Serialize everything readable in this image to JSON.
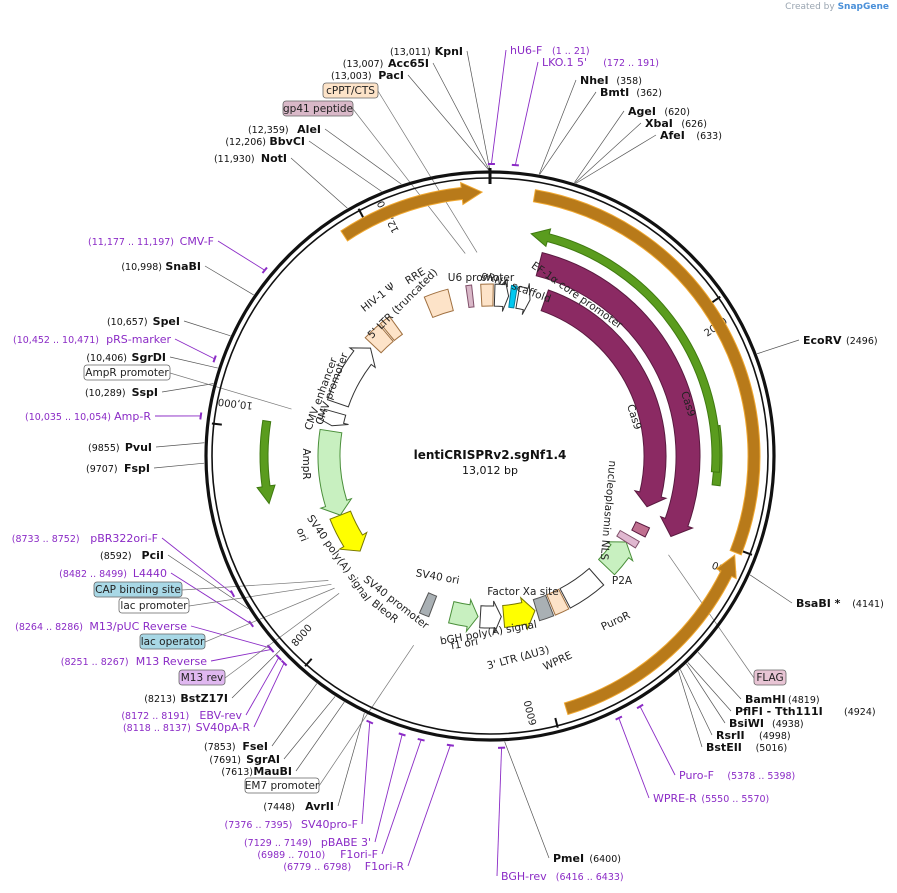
{
  "credit": {
    "prefix": "Created by",
    "brand": "SnapGene"
  },
  "plasmid": {
    "name": "lentiCRISPRv2.sgNf1.4",
    "length_label": "13,012 bp"
  },
  "ticks": [
    "2000",
    "4000",
    "6000",
    "8000",
    "10,000",
    "12,000"
  ],
  "sites": [
    {
      "name": "KpnI",
      "pos": "(13,011)"
    },
    {
      "name": "Acc65I",
      "pos": "(13,007)"
    },
    {
      "name": "PacI",
      "pos": "(13,003)"
    },
    {
      "name": "AleI",
      "pos": "(12,359)"
    },
    {
      "name": "BbvCI",
      "pos": "(12,206)"
    },
    {
      "name": "NotI",
      "pos": "(11,930)"
    },
    {
      "name": "SnaBI",
      "pos": "(10,998)"
    },
    {
      "name": "SpeI",
      "pos": "(10,657)"
    },
    {
      "name": "SgrDI",
      "pos": "(10,406)"
    },
    {
      "name": "SspI",
      "pos": "(10,289)"
    },
    {
      "name": "PvuI",
      "pos": "(9855)"
    },
    {
      "name": "FspI",
      "pos": "(9707)"
    },
    {
      "name": "PciI",
      "pos": "(8592)"
    },
    {
      "name": "BstZ17I",
      "pos": "(8213)"
    },
    {
      "name": "FseI",
      "pos": "(7853)"
    },
    {
      "name": "SgrAI",
      "pos": "(7691)"
    },
    {
      "name": "MauBI",
      "pos": "(7613)"
    },
    {
      "name": "AvrII",
      "pos": "(7448)"
    },
    {
      "name": "NheI",
      "pos": "(358)"
    },
    {
      "name": "BmtI",
      "pos": "(362)"
    },
    {
      "name": "AgeI",
      "pos": "(620)"
    },
    {
      "name": "XbaI",
      "pos": "(626)"
    },
    {
      "name": "AfeI",
      "pos": "(633)"
    },
    {
      "name": "EcoRV",
      "pos": "(2496)"
    },
    {
      "name": "BsaBI *",
      "pos": "(4141)"
    },
    {
      "name": "BamHI",
      "pos": "(4819)"
    },
    {
      "name": "PflFI - Tth111I",
      "pos": "(4924)"
    },
    {
      "name": "BsiWI",
      "pos": "(4938)"
    },
    {
      "name": "RsrII",
      "pos": "(4998)"
    },
    {
      "name": "BstEII",
      "pos": "(5016)"
    },
    {
      "name": "PmeI",
      "pos": "(6400)"
    }
  ],
  "primers": [
    {
      "name": "hU6-F",
      "pos": "(1 .. 21)"
    },
    {
      "name": "LKO.1 5'",
      "pos": "(172 .. 191)"
    },
    {
      "name": "CMV-F",
      "pos": "(11,177 .. 11,197)"
    },
    {
      "name": "pRS-marker",
      "pos": "(10,452 .. 10,471)"
    },
    {
      "name": "Amp-R",
      "pos": "(10,035 .. 10,054)"
    },
    {
      "name": "pBR322ori-F",
      "pos": "(8733 .. 8752)"
    },
    {
      "name": "L4440",
      "pos": "(8482 .. 8499)"
    },
    {
      "name": "M13/pUC Reverse",
      "pos": "(8264 .. 8286)"
    },
    {
      "name": "M13 Reverse",
      "pos": "(8251 .. 8267)"
    },
    {
      "name": "EBV-rev",
      "pos": "(8172 .. 8191)"
    },
    {
      "name": "SV40pA-R",
      "pos": "(8118 .. 8137)"
    },
    {
      "name": "SV40pro-F",
      "pos": "(7376 .. 7395)"
    },
    {
      "name": "pBABE 3'",
      "pos": "(7129 .. 7149)"
    },
    {
      "name": "F1ori-F",
      "pos": "(6989 .. 7010)"
    },
    {
      "name": "F1ori-R",
      "pos": "(6779 .. 6798)"
    },
    {
      "name": "BGH-rev",
      "pos": "(6416 .. 6433)"
    },
    {
      "name": "Puro-F",
      "pos": "(5378 .. 5398)"
    },
    {
      "name": "WPRE-R",
      "pos": "(5550 .. 5570)"
    }
  ],
  "boxed_features": [
    {
      "label": "cPPT/CTS",
      "color": "#fde3c8"
    },
    {
      "label": "gp41 peptide",
      "color": "#d9b8c8"
    },
    {
      "label": "AmpR promoter",
      "color": "#ffffff"
    },
    {
      "label": "CAP binding site",
      "color": "#a8d8e6"
    },
    {
      "label": "lac promoter",
      "color": "#ffffff"
    },
    {
      "label": "lac operator",
      "color": "#a8d8e6"
    },
    {
      "label": "M13 rev",
      "color": "#e0b8f0"
    },
    {
      "label": "EM7 promoter",
      "color": "#ffffff"
    },
    {
      "label": "FLAG",
      "color": "#e8c4d4"
    }
  ],
  "feature_labels": [
    "U6 promoter",
    "gRNA scaffold",
    "EF-1α core promoter",
    "Cas9",
    "Cas9",
    "nucleoplasmin NLS",
    "P2A",
    "PuroR",
    "WPRE",
    "3' LTR (ΔU3)",
    "Factor Xa site",
    "bGH poly(A) signal",
    "f1 ori",
    "SV40 ori",
    "SV40 promoter",
    "BleoR",
    "SV40 poly(A) signal",
    "ori",
    "AmpR",
    "CMV enhancer",
    "CMV promoter",
    "5' LTR (truncated)",
    "HIV-1 Ψ",
    "RRE"
  ],
  "colors": {
    "backbone": "#111111",
    "cas9": "#8b2a63",
    "orf_outline": "#f0a830",
    "orf_fill": "#b87a1a",
    "green_arc": "#5a9c1e",
    "primer": "#8b2bc6",
    "marker_green": "#c8f0c0",
    "ori_yellow": "#ffff00"
  }
}
